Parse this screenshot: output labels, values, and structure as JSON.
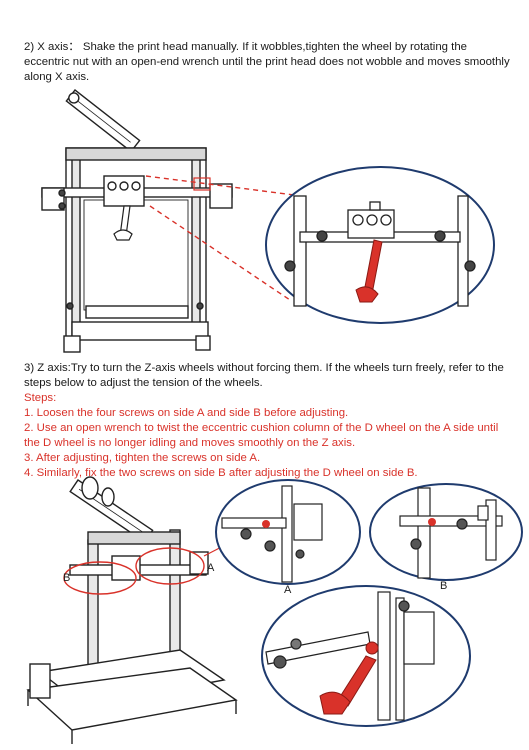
{
  "x_axis": {
    "text": "2) X axis： Shake the print head manually. If it wobbles,tighten the wheel by rotating the eccentric nut with an open-end wrench until the print head does not wobble and moves smoothly along X axis."
  },
  "z_axis": {
    "text": "3) Z axis:Try to turn the Z-axis wheels without forcing them. If the wheels turn freely, refer to the steps below to adjust the tension of the wheels."
  },
  "steps": {
    "title": "Steps:",
    "items": [
      "1. Loosen the four screws on side A and side B before adjusting.",
      "2. Use an open wrench to twist the eccentric cushion column of the D wheel on the A side until the D wheel is no longer idling and moves smoothly on the Z axis.",
      "3. After adjusting, tighten the screws on side A.",
      "4. Similarly, fix the two screws on side B after adjusting the D wheel on side B."
    ]
  },
  "figure_labels": {
    "side_a": "A",
    "side_b": "B",
    "detail_a": "A",
    "detail_b": "B"
  },
  "colors": {
    "accent_red": "#d9322a",
    "line": "#222222"
  }
}
